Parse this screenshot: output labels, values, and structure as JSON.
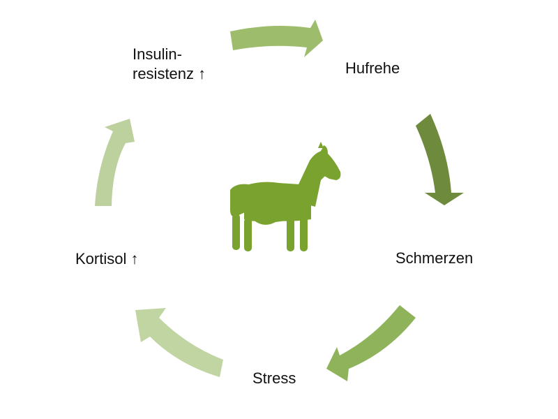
{
  "diagram": {
    "nodes": {
      "insulin": {
        "line1": "Insulin-",
        "line2": "resistenz ↑"
      },
      "hufrehe": "Hufrehe",
      "schmerzen": "Schmerzen",
      "stress": "Stress",
      "kortisol": "Kortisol ↑"
    },
    "center_icon": "horse-icon",
    "colors": {
      "horse": "#7aa22f",
      "arrow_insulin_to_hufrehe": "#9dbd6c",
      "arrow_hufrehe_to_schmerzen": "#6e8a3c",
      "arrow_schmerzen_to_stress": "#8fb35a",
      "arrow_stress_to_kortisol": "#c1d5a3",
      "arrow_kortisol_to_insulin": "#bdd19e"
    }
  }
}
